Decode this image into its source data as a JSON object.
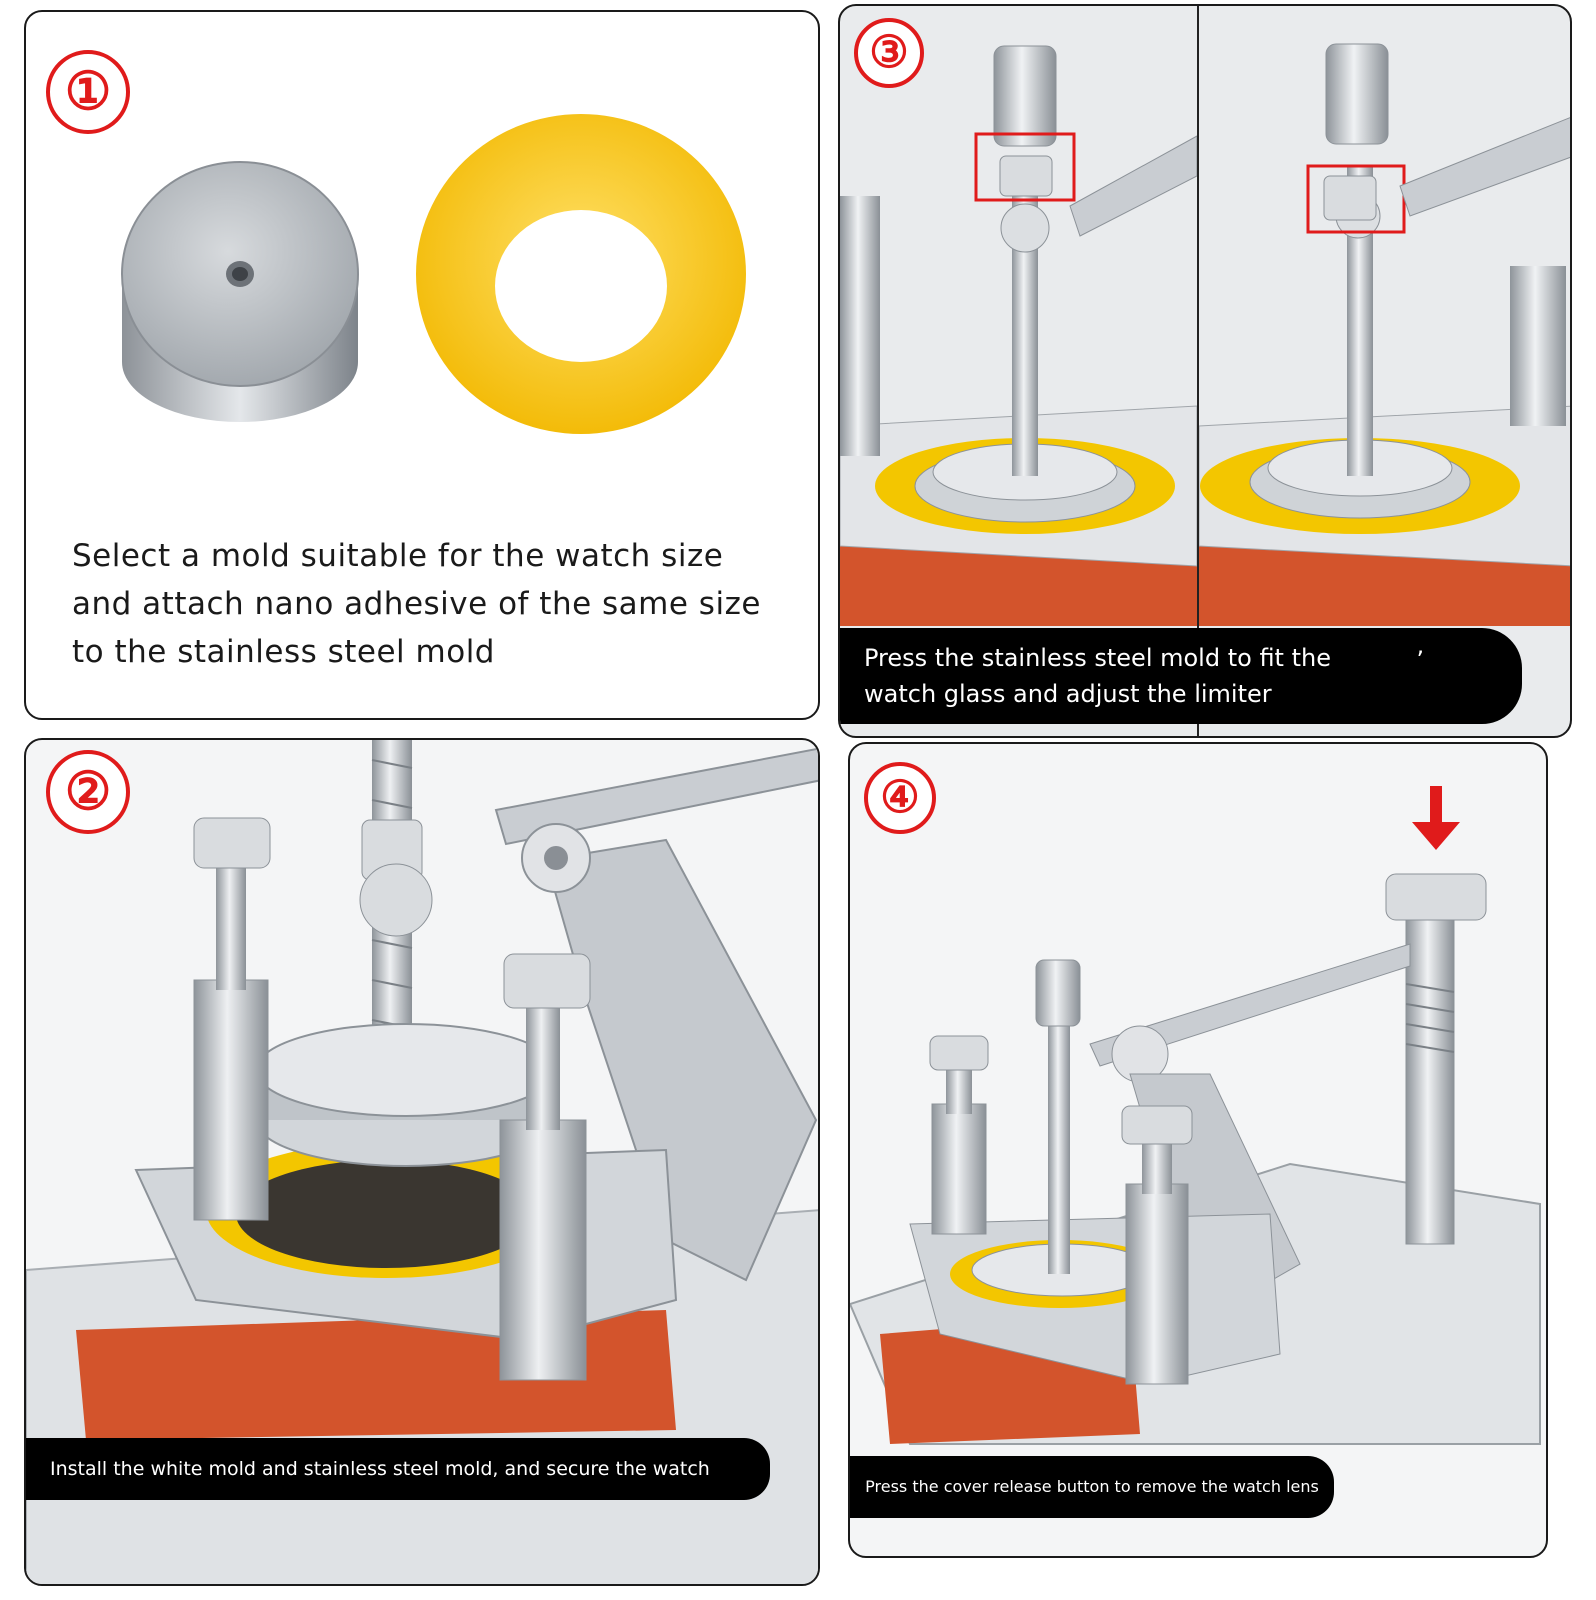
{
  "steps": [
    {
      "number": "①",
      "caption": "Select a mold suitable for the watch size and attach nano adhesive of the same size to the stainless steel mold"
    },
    {
      "number": "②",
      "caption": "Install the white mold and stainless steel mold, and secure the watch"
    },
    {
      "number": "③",
      "caption_line1": "Press the stainless steel mold to fit the",
      "caption_line2": "watch glass and adjust the limiter",
      "mark": "’"
    },
    {
      "number": "④",
      "caption": "Press the cover release button to remove the watch lens"
    }
  ],
  "colors": {
    "badge_red": "#e01b1b",
    "adhesive_yellow": "#f6c400",
    "pad_orange": "#d3542c",
    "steel": "#c8ccd1",
    "caption_bg": "#000000"
  }
}
